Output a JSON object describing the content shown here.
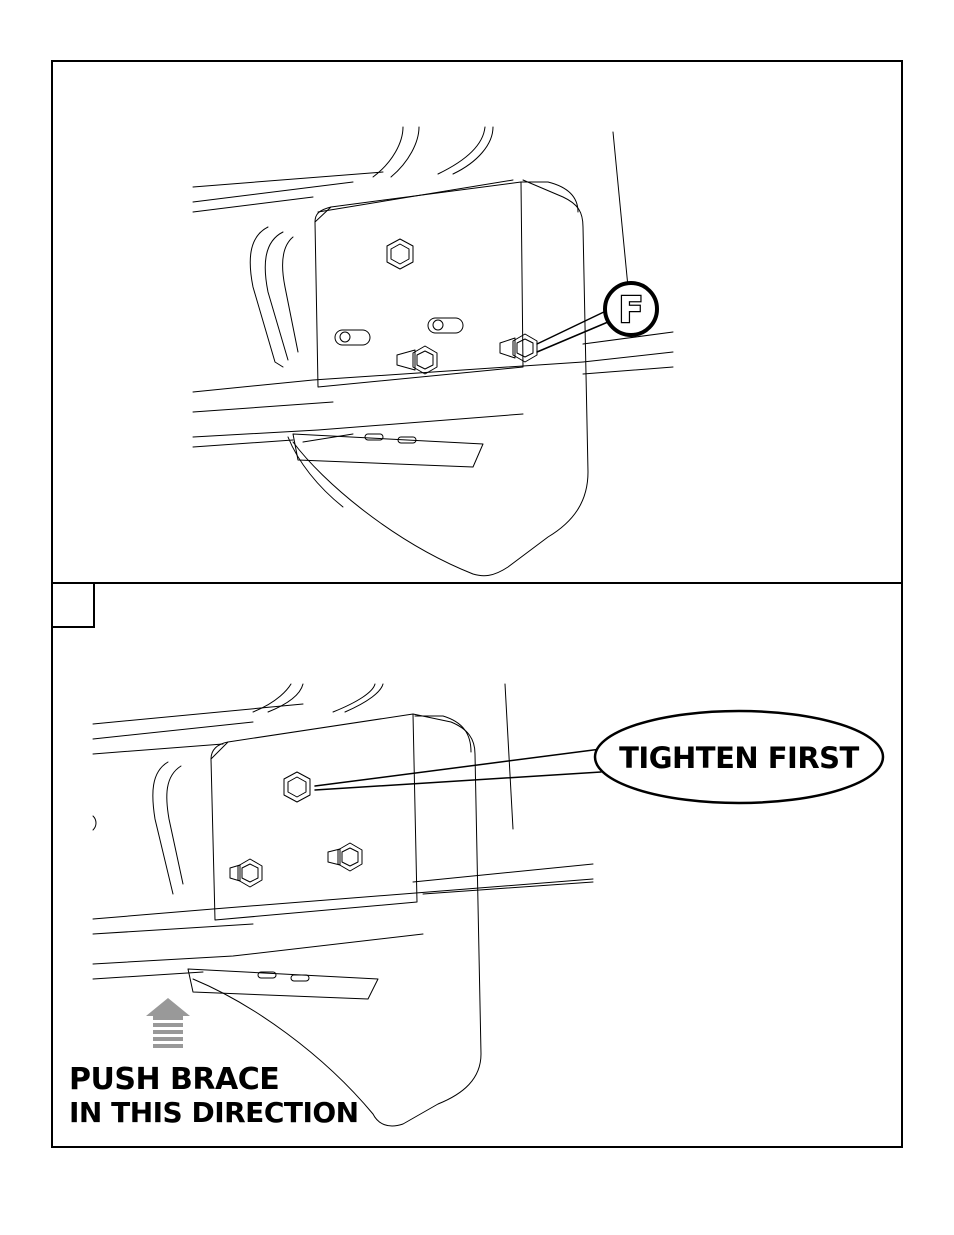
{
  "top_panel": {
    "callout_letter": "F"
  },
  "bottom_panel": {
    "step_number": "",
    "callout_label": "TIGHTEN FIRST",
    "push_line1": "PUSH BRACE",
    "push_line2": "IN THIS DIRECTION",
    "arrow_icon": "up-arrow-icon"
  }
}
